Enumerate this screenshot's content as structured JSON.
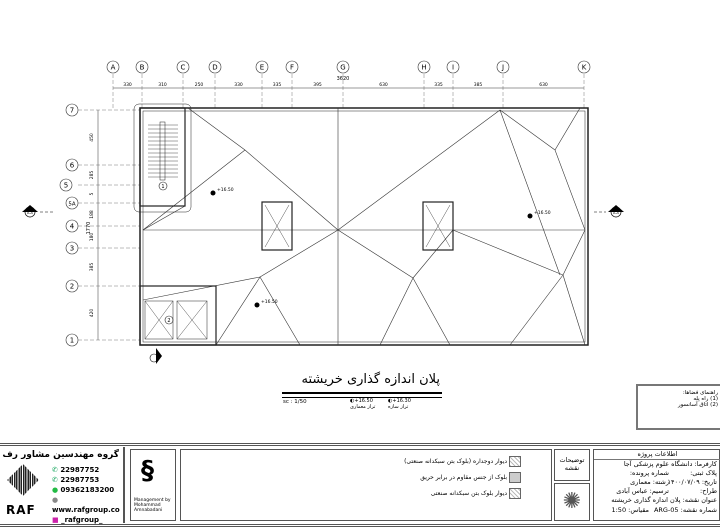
{
  "plan": {
    "title": "پلان اندازه گذاری خریشته",
    "scale": "sc : 1/50",
    "level_architectural": {
      "value": "+16.50",
      "label": "تراز معماری"
    },
    "level_structural": {
      "value": "+16.30",
      "label": "تراز سازه"
    },
    "overall_dimension": "3620",
    "columns": [
      "A",
      "B",
      "C",
      "D",
      "E",
      "F",
      "G",
      "H",
      "I",
      "J",
      "K"
    ],
    "column_dims": [
      "330",
      "310",
      "250",
      "330",
      "335",
      "395",
      "630",
      "335",
      "385",
      "630"
    ],
    "rows": [
      "7",
      "6",
      "5",
      "5A",
      "4",
      "3",
      "2",
      "1"
    ],
    "row_dims": [
      "450",
      "285",
      "5",
      "188",
      "180",
      "385",
      "420"
    ],
    "row_total": "1770",
    "spot_levels": [
      "+16.50",
      "+16.50",
      "+16.50"
    ],
    "section_marker": "A-A",
    "room_tags": [
      "1",
      "2"
    ]
  },
  "room_legend": {
    "title": "راهنمای فضاها:",
    "items": [
      {
        "num": "1",
        "label": "راه پله"
      },
      {
        "num": "2",
        "label": "اتاق آسانسور"
      }
    ]
  },
  "company": {
    "name": "گروه مهندسین مشاور رف",
    "logo_text": "RAF",
    "phones": [
      "22987752",
      "22987753"
    ],
    "whatsapp": "09362183200",
    "website": "www.rafgroup.co",
    "instagram": "_rafgroup_",
    "management": "Management by",
    "manager": "Mohammad Amnabadani"
  },
  "legend": {
    "header": "توضیحات نقشه",
    "items": [
      {
        "label": "دیوار دوجداره (بلوک بتن سبکدانه صنعتی)"
      },
      {
        "label": "بلوک از جنس مقاوم در برابر حریق"
      },
      {
        "label": "دیوار بلوک بتن سبکدانه صنعتی"
      }
    ]
  },
  "project_info": {
    "header": "اطلاعات پروژه",
    "client": "کارفرما: دانشگاه علوم پزشکی آجا",
    "file_no": "شماره پرونده:",
    "plot": "پلاک ثبتی:",
    "discipline": "رشته: معماری",
    "date": "تاریخ: ۱۴۰۰/۰۷/۰۹",
    "drafter": "ترسیم: عباس آبادی",
    "designer": "طراح:",
    "sheet_title": "عنوان نقشه: پلان اندازه گذاری خریشته",
    "scale": "مقیاس: 1:50",
    "sheet_no": "شماره نقشه: ARG-05"
  }
}
